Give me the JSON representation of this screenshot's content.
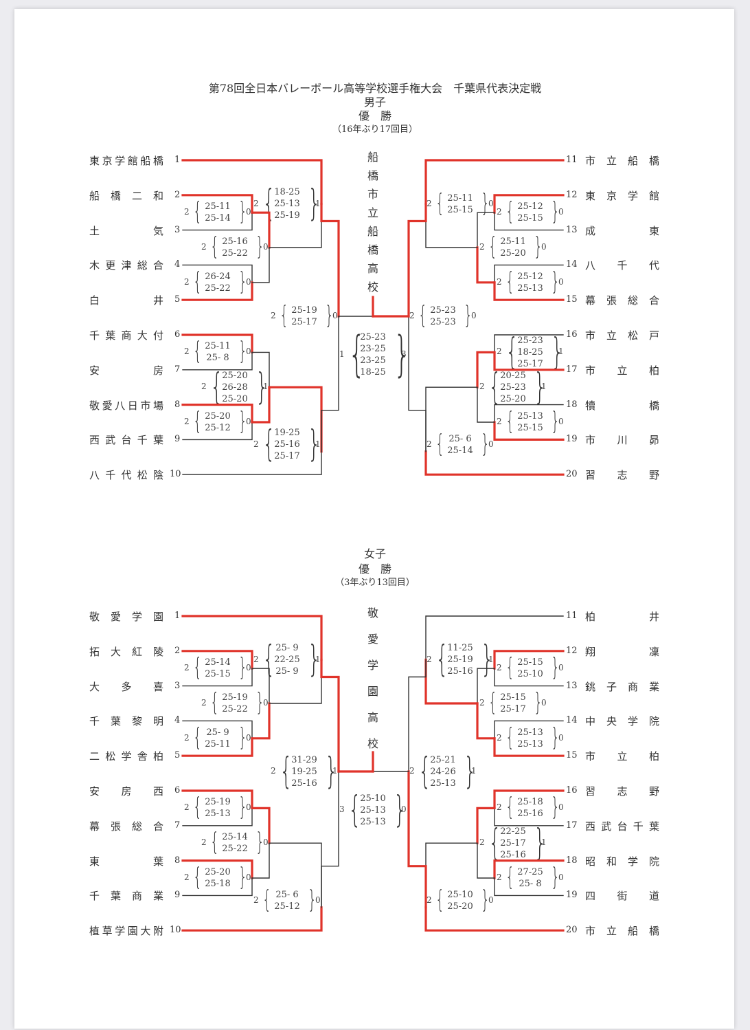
{
  "title": "第78回全日本バレーボール高等学校選手権大会　千葉県代表決定戦",
  "colors": {
    "win_line": "#e0332a",
    "line": "#333333",
    "text": "#333333"
  },
  "divisions": [
    {
      "name": "男子",
      "champion_label": "優　勝",
      "champion_note": "（16年ぶり17回目）",
      "champion": "船橋市立船橋高校",
      "teams": [
        {
          "seed": "1",
          "name": "東京学館船橋"
        },
        {
          "seed": "2",
          "name": "船橋二和"
        },
        {
          "seed": "3",
          "name": "土気"
        },
        {
          "seed": "4",
          "name": "木更津総合"
        },
        {
          "seed": "5",
          "name": "白井"
        },
        {
          "seed": "6",
          "name": "千葉商大付"
        },
        {
          "seed": "7",
          "name": "安房"
        },
        {
          "seed": "8",
          "name": "敬愛八日市場"
        },
        {
          "seed": "9",
          "name": "西武台千葉"
        },
        {
          "seed": "10",
          "name": "八千代松陰"
        },
        {
          "seed": "11",
          "name": "市立船橋"
        },
        {
          "seed": "12",
          "name": "東京学館"
        },
        {
          "seed": "13",
          "name": "成東"
        },
        {
          "seed": "14",
          "name": "八千代"
        },
        {
          "seed": "15",
          "name": "幕張総合"
        },
        {
          "seed": "16",
          "name": "市立松戸"
        },
        {
          "seed": "17",
          "name": "市立柏"
        },
        {
          "seed": "18",
          "name": "犢橋"
        },
        {
          "seed": "19",
          "name": "市川昴"
        },
        {
          "seed": "20",
          "name": "習志野"
        }
      ],
      "matches": [
        {
          "id": "L_2v3",
          "left_sets": "2",
          "right_sets": "0",
          "scores": [
            "25-11",
            "25-14"
          ]
        },
        {
          "id": "L_4v5",
          "left_sets": "2",
          "right_sets": "0",
          "scores": [
            "26-24",
            "25-22"
          ]
        },
        {
          "id": "L_23v45",
          "left_sets": "2",
          "right_sets": "0",
          "scores": [
            "25-16",
            "25-22"
          ]
        },
        {
          "id": "L_1vA",
          "left_sets": "2",
          "right_sets": "1",
          "scores": [
            "18-25",
            "25-13",
            "25-19"
          ]
        },
        {
          "id": "L_6v7",
          "left_sets": "2",
          "right_sets": "0",
          "scores": [
            "25-11",
            "25- 8"
          ]
        },
        {
          "id": "L_8v9",
          "left_sets": "2",
          "right_sets": "0",
          "scores": [
            "25-20",
            "25-12"
          ]
        },
        {
          "id": "L_67v89",
          "left_sets": "2",
          "right_sets": "1",
          "scores": [
            "25-20",
            "26-28",
            "25-20"
          ]
        },
        {
          "id": "L_Bv10",
          "left_sets": "2",
          "right_sets": "1",
          "scores": [
            "19-25",
            "25-16",
            "25-17"
          ]
        },
        {
          "id": "L_semi",
          "left_sets": "2",
          "right_sets": "0",
          "scores": [
            "25-19",
            "25-17"
          ]
        },
        {
          "id": "R_12v13",
          "left_sets": "2",
          "right_sets": "0",
          "scores": [
            "25-12",
            "25-15"
          ]
        },
        {
          "id": "R_14v15",
          "left_sets": "2",
          "right_sets": "0",
          "scores": [
            "25-12",
            "25-13"
          ]
        },
        {
          "id": "R_1213v1415",
          "left_sets": "2",
          "right_sets": "0",
          "scores": [
            "25-11",
            "25-20"
          ]
        },
        {
          "id": "R_11vA",
          "left_sets": "2",
          "right_sets": "0",
          "scores": [
            "25-11",
            "25-15"
          ]
        },
        {
          "id": "R_16v17",
          "left_sets": "2",
          "right_sets": "1",
          "scores": [
            "25-23",
            "18-25",
            "25-17"
          ]
        },
        {
          "id": "R_18v19",
          "left_sets": "2",
          "right_sets": "0",
          "scores": [
            "25-13",
            "25-15"
          ]
        },
        {
          "id": "R_1617v1819",
          "left_sets": "2",
          "right_sets": "1",
          "scores": [
            "20-25",
            "25-23",
            "25-20"
          ]
        },
        {
          "id": "R_Bv20",
          "left_sets": "2",
          "right_sets": "0",
          "scores": [
            "25- 6",
            "25-14"
          ]
        },
        {
          "id": "R_semi",
          "left_sets": "2",
          "right_sets": "0",
          "scores": [
            "25-23",
            "25-23"
          ]
        },
        {
          "id": "final",
          "left_sets": "1",
          "right_sets": "3",
          "scores": [
            "25-23",
            "23-25",
            "23-25",
            "18-25"
          ]
        }
      ]
    },
    {
      "name": "女子",
      "champion_label": "優　勝",
      "champion_note": "（3年ぶり13回目）",
      "champion": "敬愛学園高校",
      "teams": [
        {
          "seed": "1",
          "name": "敬愛学園"
        },
        {
          "seed": "2",
          "name": "拓大紅陵"
        },
        {
          "seed": "3",
          "name": "大多喜"
        },
        {
          "seed": "4",
          "name": "千葉黎明"
        },
        {
          "seed": "5",
          "name": "二松学舎柏"
        },
        {
          "seed": "6",
          "name": "安房西"
        },
        {
          "seed": "7",
          "name": "幕張総合"
        },
        {
          "seed": "8",
          "name": "東葉"
        },
        {
          "seed": "9",
          "name": "千葉商業"
        },
        {
          "seed": "10",
          "name": "植草学園大附"
        },
        {
          "seed": "11",
          "name": "柏井"
        },
        {
          "seed": "12",
          "name": "翔凜"
        },
        {
          "seed": "13",
          "name": "銚子商業"
        },
        {
          "seed": "14",
          "name": "中央学院"
        },
        {
          "seed": "15",
          "name": "市立柏"
        },
        {
          "seed": "16",
          "name": "習志野"
        },
        {
          "seed": "17",
          "name": "西武台千葉"
        },
        {
          "seed": "18",
          "name": "昭和学院"
        },
        {
          "seed": "19",
          "name": "四街道"
        },
        {
          "seed": "20",
          "name": "市立船橋"
        }
      ],
      "matches": [
        {
          "id": "L_2v3",
          "left_sets": "2",
          "right_sets": "0",
          "scores": [
            "25-14",
            "25-15"
          ]
        },
        {
          "id": "L_4v5",
          "left_sets": "2",
          "right_sets": "0",
          "scores": [
            "25- 9",
            "25-11"
          ]
        },
        {
          "id": "L_23v45",
          "left_sets": "2",
          "right_sets": "0",
          "scores": [
            "25-19",
            "25-22"
          ]
        },
        {
          "id": "L_1vA",
          "left_sets": "2",
          "right_sets": "1",
          "scores": [
            "25- 9",
            "22-25",
            "25- 9"
          ]
        },
        {
          "id": "L_6v7",
          "left_sets": "2",
          "right_sets": "0",
          "scores": [
            "25-19",
            "25-13"
          ]
        },
        {
          "id": "L_8v9",
          "left_sets": "2",
          "right_sets": "0",
          "scores": [
            "25-20",
            "25-18"
          ]
        },
        {
          "id": "L_67v89",
          "left_sets": "2",
          "right_sets": "0",
          "scores": [
            "25-14",
            "25-22"
          ]
        },
        {
          "id": "L_Bv10",
          "left_sets": "2",
          "right_sets": "0",
          "scores": [
            "25- 6",
            "25-12"
          ]
        },
        {
          "id": "L_semi",
          "left_sets": "2",
          "right_sets": "1",
          "scores": [
            "31-29",
            "19-25",
            "25-16"
          ]
        },
        {
          "id": "R_12v13",
          "left_sets": "2",
          "right_sets": "0",
          "scores": [
            "25-15",
            "25-10"
          ]
        },
        {
          "id": "R_14v15",
          "left_sets": "2",
          "right_sets": "0",
          "scores": [
            "25-13",
            "25-13"
          ]
        },
        {
          "id": "R_1213v1415",
          "left_sets": "2",
          "right_sets": "0",
          "scores": [
            "25-15",
            "25-17"
          ]
        },
        {
          "id": "R_11vA",
          "left_sets": "2",
          "right_sets": "1",
          "scores": [
            "11-25",
            "25-19",
            "25-16"
          ]
        },
        {
          "id": "R_16v17",
          "left_sets": "2",
          "right_sets": "0",
          "scores": [
            "25-18",
            "25-16"
          ]
        },
        {
          "id": "R_18v19",
          "left_sets": "2",
          "right_sets": "0",
          "scores": [
            "27-25",
            "25- 8"
          ]
        },
        {
          "id": "R_1617v1819",
          "left_sets": "2",
          "right_sets": "1",
          "scores": [
            "22-25",
            "25-17",
            "25-16"
          ]
        },
        {
          "id": "R_Bv20",
          "left_sets": "2",
          "right_sets": "0",
          "scores": [
            "25-10",
            "25-20"
          ]
        },
        {
          "id": "R_semi",
          "left_sets": "2",
          "right_sets": "1",
          "scores": [
            "25-21",
            "24-26",
            "25-13"
          ]
        },
        {
          "id": "final",
          "left_sets": "3",
          "right_sets": "0",
          "scores": [
            "25-10",
            "25-13",
            "25-13"
          ]
        }
      ]
    }
  ]
}
